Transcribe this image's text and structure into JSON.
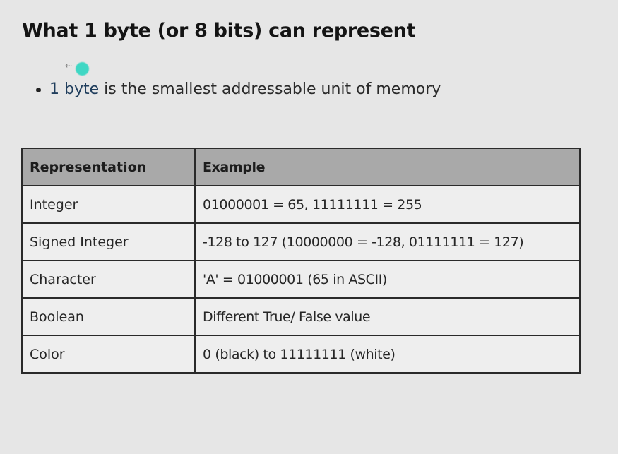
{
  "title": "What 1 byte (or 8 bits) can represent",
  "bullet": {
    "highlight": "1 byte",
    "rest": " is the smallest addressable unit of memory"
  },
  "cursor": {
    "arrow_glyph": "⇠",
    "dot_color": "#3fd7c4"
  },
  "table": {
    "headers": [
      "Representation",
      "Example"
    ],
    "rows": [
      [
        "Integer",
        "01000001 = 65, 11111111 = 255"
      ],
      [
        "Signed Integer",
        "-128 to 127 (10000000 = -128, 01111111 = 127)"
      ],
      [
        "Character",
        "'A' = 01000001 (65 in ASCII)"
      ],
      [
        "Boolean",
        "Different True/ False value"
      ],
      [
        "Color",
        "0 (black) to 11111111 (white)"
      ]
    ]
  },
  "colors": {
    "background": "#e6e6e6",
    "header_fill": "#a9a9a9",
    "cell_fill": "#eeeeee",
    "border": "#2a2a2a"
  }
}
